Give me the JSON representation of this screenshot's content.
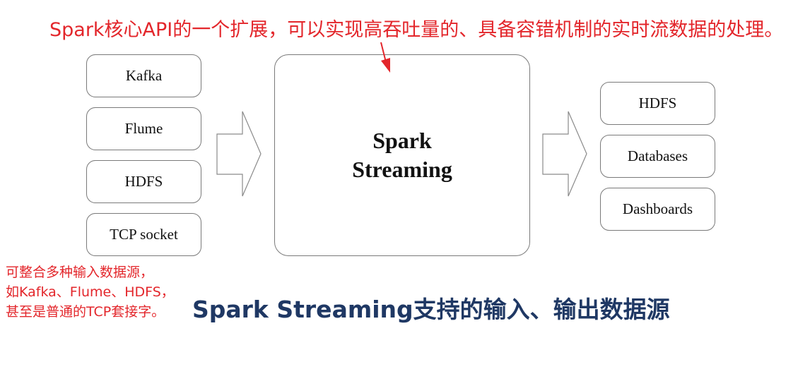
{
  "annotations": {
    "top": "Spark核心API的一个扩展，可以实现高吞吐量的、具备容错机制的实时流数据的处理。",
    "left_lines": [
      "可整合多种输入数据源，",
      "如Kafka、Flume、HDFS，",
      "甚至是普通的TCP套接字。"
    ],
    "color": "#e3262b"
  },
  "inputs": [
    "Kafka",
    "Flume",
    "HDFS",
    "TCP socket"
  ],
  "core": {
    "line1": "Spark",
    "line2": "Streaming"
  },
  "outputs": [
    "HDFS",
    "Databases",
    "Dashboards"
  ],
  "caption": {
    "text": "Spark Streaming支持的输入、输出数据源",
    "color": "#1f3864"
  },
  "icons": [
    "annotation-pointer-arrow-icon",
    "input-flow-arrow-icon",
    "output-flow-arrow-icon"
  ]
}
